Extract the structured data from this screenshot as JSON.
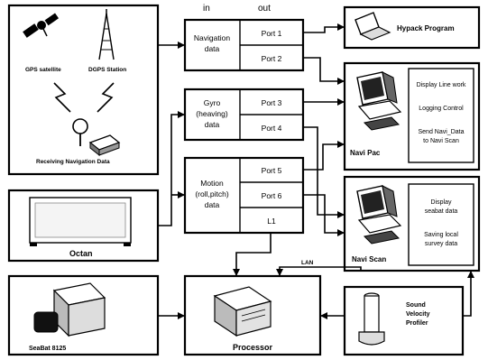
{
  "columns": {
    "in": "in",
    "out": "out"
  },
  "sources": {
    "gps_satellite": "GPS satellite",
    "dgps_station": "DGPS Station",
    "receiving_nav": "Receiving Navigation Data",
    "octan": "Octan",
    "seabat": "SeaBat 8125"
  },
  "groups": {
    "navigation": {
      "line1": "Navigation",
      "line2": "data",
      "ports": [
        "Port 1",
        "Port 2"
      ]
    },
    "gyro": {
      "line1": "Gyro",
      "line2": "(heaving)",
      "line3": "data",
      "ports": [
        "Port 3",
        "Port 4"
      ]
    },
    "motion": {
      "line1": "Motion",
      "line2": "(roll,pitch)",
      "line3": "data",
      "ports": [
        "Port 5",
        "Port 6",
        "L1"
      ]
    }
  },
  "destinations": {
    "hypack": "Hypack Program",
    "navi_pac": {
      "label": "Navi Pac",
      "functions": [
        "Display Line work",
        "Logging Control",
        "Send Navi_Data",
        "to Navi Scan"
      ]
    },
    "navi_scan": {
      "label": "Navi Scan",
      "functions": [
        "Display",
        "seabat data",
        "Saving local",
        "survey data"
      ]
    },
    "processor": "Processor",
    "svp": {
      "line1": "Sound",
      "line2": "Velocity",
      "line3": "Profiler"
    }
  },
  "links": {
    "lan": "LAN"
  }
}
